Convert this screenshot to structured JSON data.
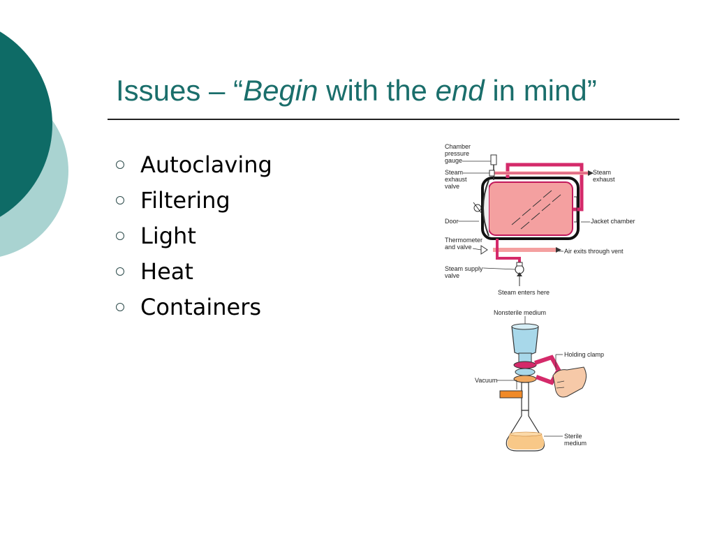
{
  "slide": {
    "title": {
      "part1": "Issues – “",
      "em1": "Begin",
      "part2": " with the ",
      "em2": "end",
      "part3": " in mind”"
    },
    "bullets": [
      "Autoclaving",
      "Filtering",
      "Light",
      "Heat",
      "Containers"
    ]
  },
  "autoclave": {
    "labels": {
      "chamber_pressure_gauge": [
        "Chamber",
        "pressure",
        "gauge"
      ],
      "steam_exhaust_valve": [
        "Steam",
        "exhaust",
        "valve"
      ],
      "steam_exhaust": [
        "Steam",
        "exhaust"
      ],
      "door": "Door",
      "jacket_chamber": "Jacket chamber",
      "thermometer_and_valve": [
        "Thermometer",
        "and valve"
      ],
      "air_exits": "Air exits through vent",
      "steam_supply_valve": [
        "Steam supply",
        "valve"
      ],
      "steam_enters": "Steam enters here"
    }
  },
  "filtration": {
    "labels": {
      "nonsterile_medium": "Nonsterile medium",
      "holding_clamp": "Holding clamp",
      "vacuum": "Vacuum",
      "sterile_medium": [
        "Sterile",
        "medium"
      ]
    }
  },
  "colors": {
    "title": "#1a6e6b",
    "circle_dark": "#0e6b66",
    "circle_light": "#a9d3d1",
    "pipe": "#d42a6a",
    "chamber_fill": "#f4a0a0",
    "flask_fill": "#f8c888",
    "funnel_fill": "#a8d8ea"
  }
}
